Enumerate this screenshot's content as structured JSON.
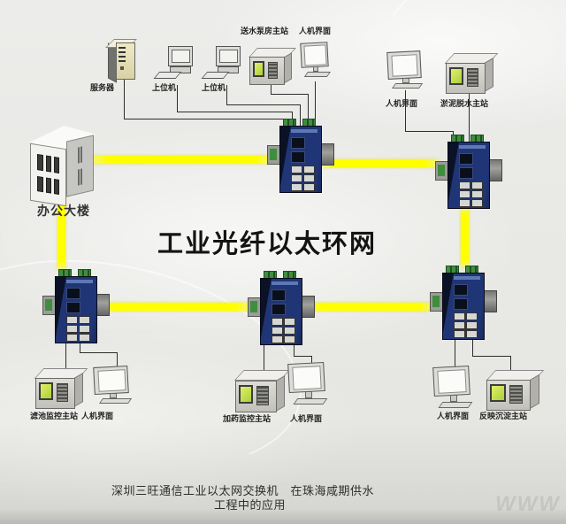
{
  "title": "工业光纤以太环网",
  "caption": {
    "line1": "深圳三旺通信工业以太网交换机　在珠海咸期供水",
    "line2": "工程中的应用"
  },
  "watermark": "WWW",
  "colors": {
    "ring_fiber": "#ffff00",
    "switch_body": "#203575",
    "terminal_green": "#3e8e3e",
    "station_screen_green": "#aace3c",
    "background": "#e9e9e6"
  },
  "switches": {
    "count": 5,
    "icon": "industrial-din-rail-ethernet-switch"
  },
  "nodes": {
    "server": {
      "label": "服务器",
      "icon": "server-tower"
    },
    "pc1": {
      "label": "上位机",
      "icon": "desktop-pc"
    },
    "pc2": {
      "label": "上位机",
      "icon": "desktop-pc"
    },
    "pump_station": {
      "label": "送水泵房主站",
      "icon": "station-controller"
    },
    "hmi_pump": {
      "label": "人机界面",
      "icon": "monitor"
    },
    "hmi_sludge": {
      "label": "人机界面",
      "icon": "monitor"
    },
    "sludge_station": {
      "label": "淤泥脱水主站",
      "icon": "station-controller"
    },
    "office_building": {
      "label": "办公大楼",
      "icon": "building"
    },
    "filter_station": {
      "label": "滤池监控主站",
      "icon": "station-controller"
    },
    "hmi_filter": {
      "label": "人机界面",
      "icon": "monitor"
    },
    "dosing_station": {
      "label": "加药监控主站",
      "icon": "station-controller"
    },
    "hmi_dosing": {
      "label": "人机界面",
      "icon": "monitor"
    },
    "hmi_sedimentation": {
      "label": "人机界面",
      "icon": "monitor"
    },
    "sedimentation_station": {
      "label": "反映沉淀主站",
      "icon": "station-controller"
    }
  }
}
